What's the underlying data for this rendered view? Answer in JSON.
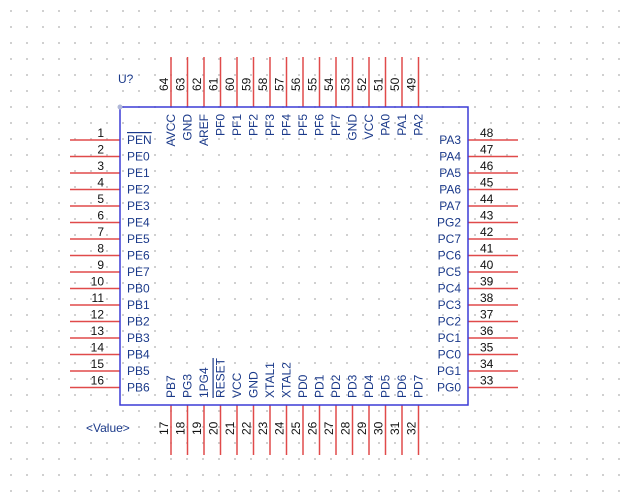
{
  "component": {
    "designator": "U?",
    "value": "<Value>",
    "colors": {
      "body": "#3b3bd6",
      "pin": "#e04a4a",
      "label": "#1b3a8a",
      "number": "#111111"
    },
    "pins": {
      "left": [
        {
          "num": "1",
          "name": "PEN",
          "overline": true
        },
        {
          "num": "2",
          "name": "PE0"
        },
        {
          "num": "3",
          "name": "PE1"
        },
        {
          "num": "4",
          "name": "PE2"
        },
        {
          "num": "5",
          "name": "PE3"
        },
        {
          "num": "6",
          "name": "PE4"
        },
        {
          "num": "7",
          "name": "PE5"
        },
        {
          "num": "8",
          "name": "PE6"
        },
        {
          "num": "9",
          "name": "PE7"
        },
        {
          "num": "10",
          "name": "PB0"
        },
        {
          "num": "11",
          "name": "PB1"
        },
        {
          "num": "12",
          "name": "PB2"
        },
        {
          "num": "13",
          "name": "PB3"
        },
        {
          "num": "14",
          "name": "PB4"
        },
        {
          "num": "15",
          "name": "PB5"
        },
        {
          "num": "16",
          "name": "PB6"
        }
      ],
      "bottom": [
        {
          "num": "17",
          "name": "PB7"
        },
        {
          "num": "18",
          "name": "PG3"
        },
        {
          "num": "19",
          "name": "1PG4"
        },
        {
          "num": "20",
          "name": "RESET",
          "overline": true
        },
        {
          "num": "21",
          "name": "VCC"
        },
        {
          "num": "22",
          "name": "GND"
        },
        {
          "num": "23",
          "name": "XTAL1"
        },
        {
          "num": "24",
          "name": "XTAL2"
        },
        {
          "num": "25",
          "name": "PD0"
        },
        {
          "num": "26",
          "name": "PD1"
        },
        {
          "num": "27",
          "name": "PD2"
        },
        {
          "num": "28",
          "name": "PD3"
        },
        {
          "num": "29",
          "name": "PD4"
        },
        {
          "num": "30",
          "name": "PD5"
        },
        {
          "num": "31",
          "name": "PD6"
        },
        {
          "num": "32",
          "name": "PD7"
        }
      ],
      "right": [
        {
          "num": "33",
          "name": "PG0"
        },
        {
          "num": "34",
          "name": "PG1"
        },
        {
          "num": "35",
          "name": "PC0"
        },
        {
          "num": "36",
          "name": "PC1"
        },
        {
          "num": "37",
          "name": "PC2"
        },
        {
          "num": "38",
          "name": "PC3"
        },
        {
          "num": "39",
          "name": "PC4"
        },
        {
          "num": "40",
          "name": "PC5"
        },
        {
          "num": "41",
          "name": "PC6"
        },
        {
          "num": "42",
          "name": "PC7"
        },
        {
          "num": "43",
          "name": "PG2"
        },
        {
          "num": "44",
          "name": "PA7"
        },
        {
          "num": "45",
          "name": "PA6"
        },
        {
          "num": "46",
          "name": "PA5"
        },
        {
          "num": "47",
          "name": "PA4"
        },
        {
          "num": "48",
          "name": "PA3"
        }
      ],
      "top": [
        {
          "num": "64",
          "name": "AVCC"
        },
        {
          "num": "63",
          "name": "GND"
        },
        {
          "num": "62",
          "name": "AREF"
        },
        {
          "num": "61",
          "name": "PF0"
        },
        {
          "num": "60",
          "name": "PF1"
        },
        {
          "num": "59",
          "name": "PF2"
        },
        {
          "num": "58",
          "name": "PF3"
        },
        {
          "num": "57",
          "name": "PF4"
        },
        {
          "num": "56",
          "name": "PF5"
        },
        {
          "num": "55",
          "name": "PF6"
        },
        {
          "num": "54",
          "name": "PF7"
        },
        {
          "num": "53",
          "name": "GND"
        },
        {
          "num": "52",
          "name": "VCC"
        },
        {
          "num": "51",
          "name": "PA0"
        },
        {
          "num": "50",
          "name": "PA1"
        },
        {
          "num": "49",
          "name": "PA2"
        }
      ]
    }
  }
}
